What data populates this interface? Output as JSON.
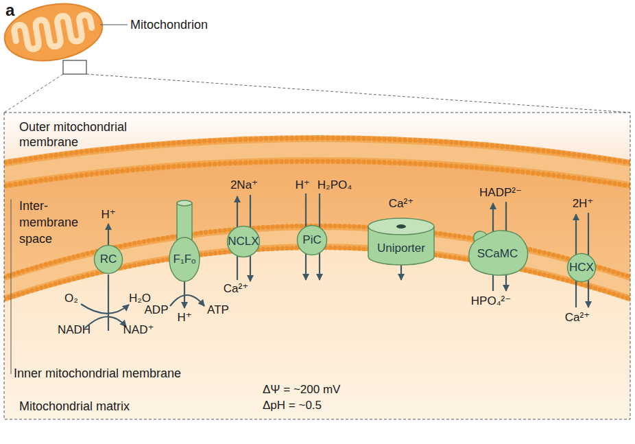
{
  "diagram": {
    "nodes": [
      {
        "text": [
          "RC"
        ]
      },
      {
        "text": [
          "F₁Fₒ"
        ]
      },
      {
        "text": [
          "NCLX"
        ]
      },
      {
        "text": [
          "PiC"
        ]
      },
      {
        "text": [
          "Uniporter"
        ]
      },
      {
        "text": [
          "SCaMC"
        ]
      },
      {
        "text": [
          "HCX"
        ]
      }
    ],
    "labels": [
      "a",
      "Mitochondrion",
      "Outer mitochondrial membrane",
      "Inter- membrane space",
      "H⁺",
      "O₂",
      "H₂O",
      "NADH",
      "NAD⁺",
      "ADP",
      "ATP",
      "H⁺",
      "2Na⁺",
      "Ca²⁺",
      "H⁺",
      "H₂PO₄",
      "Ca²⁺",
      "HADP²⁻",
      "HPO₄²⁻",
      "2H⁺",
      "Ca²⁺",
      "Inner mitochondrial membrane",
      "ΔΨ = ~200 mV",
      "ΔpH = ~0.5",
      "Mitochondrial matrix"
    ]
  }
}
